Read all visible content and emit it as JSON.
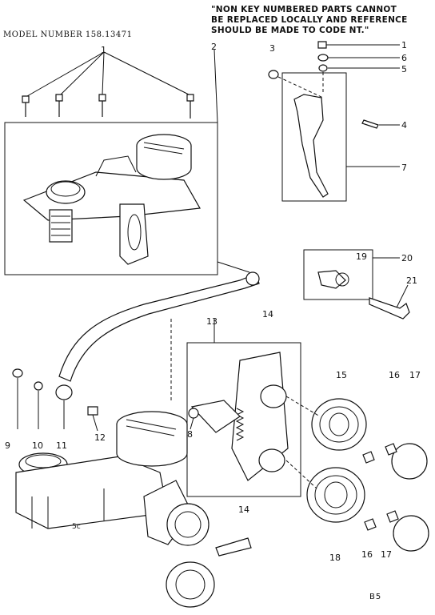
{
  "header": {
    "model_text": "MODEL NUMBER 158.13471",
    "note_lines": "\"NON KEY NUMBERED PARTS CANNOT\nBE REPLACED LOCALLY AND REFERENCE\nSHOULD BE MADE TO CODE NT.\""
  },
  "callouts": [
    "1",
    "2",
    "3",
    "1",
    "6",
    "5",
    "4",
    "7",
    "20",
    "19",
    "21",
    "13",
    "14",
    "15",
    "16",
    "17",
    "9",
    "10",
    "11",
    "12",
    "8",
    "14",
    "18",
    "16",
    "17"
  ],
  "footer": {
    "page_id": "B5"
  }
}
